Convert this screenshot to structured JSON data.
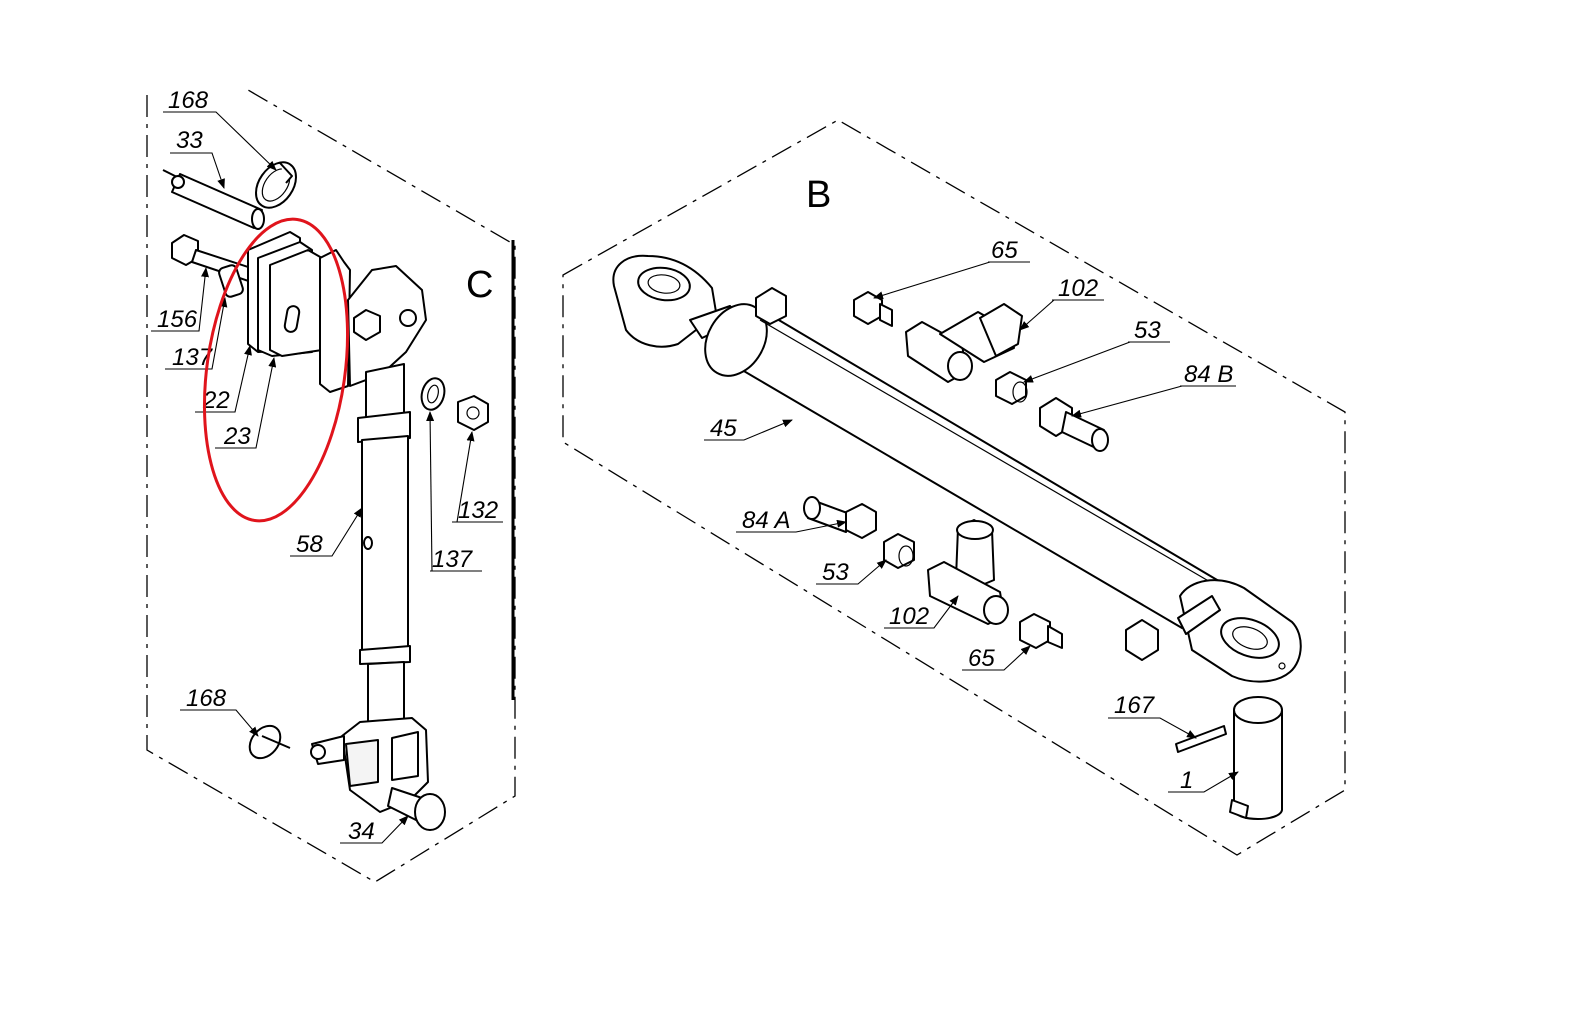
{
  "accent_color": "#e0141c",
  "groups": {
    "C": "C",
    "B": "B"
  },
  "labels": {
    "c168_top": "168",
    "c33": "33",
    "c156": "156",
    "c137_left": "137",
    "c22": "22",
    "c23": "23",
    "c132": "132",
    "c137_right": "137",
    "c58": "58",
    "c168_bottom": "168",
    "c34": "34",
    "b65_top": "65",
    "b102_top": "102",
    "b53_top": "53",
    "b84b": "84 B",
    "b45": "45",
    "b84a": "84 A",
    "b53_bottom": "53",
    "b102_bottom": "102",
    "b65_bottom": "65",
    "b167": "167",
    "b1": "1"
  },
  "highlight": {
    "shape": "ellipse",
    "color": "#e0141c",
    "encloses": [
      "22",
      "23"
    ]
  }
}
